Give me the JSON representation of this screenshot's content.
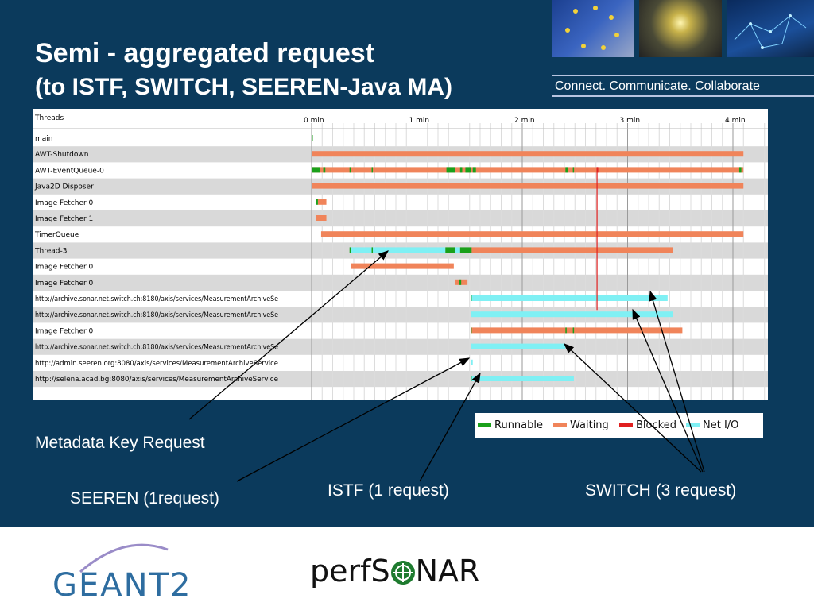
{
  "slide": {
    "title_line1": "Semi - aggregated request",
    "title_line2": "(to ISTF, SWITCH, SEEREN-Java MA)",
    "tagline": "Connect. Communicate. Collaborate",
    "background_color": "#0b3a5c"
  },
  "thread_chart": {
    "header_label": "Threads",
    "time_ticks": [
      "0 min",
      "1 min",
      "2 min",
      "3 min",
      "4 min"
    ],
    "threads": [
      {
        "name": "main"
      },
      {
        "name": "AWT-Shutdown"
      },
      {
        "name": "AWT-EventQueue-0"
      },
      {
        "name": "Java2D Disposer"
      },
      {
        "name": "Image Fetcher 0"
      },
      {
        "name": "Image Fetcher 1"
      },
      {
        "name": "TimerQueue"
      },
      {
        "name": "Thread-3"
      },
      {
        "name": "Image Fetcher 0"
      },
      {
        "name": "Image Fetcher 0"
      },
      {
        "name": "http://archive.sonar.net.switch.ch:8180/axis/services/MeasurementArchiveSe"
      },
      {
        "name": "http://archive.sonar.net.switch.ch:8180/axis/services/MeasurementArchiveSe"
      },
      {
        "name": "Image Fetcher 0"
      },
      {
        "name": "http://archive.sonar.net.switch.ch:8180/axis/services/MeasurementArchiveSe"
      },
      {
        "name": "http://admin.seeren.org:8080/axis/services/MeasurementArchiveService"
      },
      {
        "name": "http://selena.acad.bg:8080/axis/services/MeasurementArchiveService"
      }
    ],
    "state_colors": {
      "runnable": "#1aa01a",
      "waiting": "#f0845a",
      "blocked": "#e02020",
      "netio": "#7ff0f4"
    },
    "segments": [
      {
        "thread": 0,
        "state": "runnable",
        "start": 0.0,
        "end": 0.01
      },
      {
        "thread": 1,
        "state": "waiting",
        "start": 0.0,
        "end": 4.1
      },
      {
        "thread": 2,
        "state": "waiting",
        "start": 0.0,
        "end": 4.1
      },
      {
        "thread": 2,
        "state": "runnable",
        "start": 0.0,
        "end": 0.08
      },
      {
        "thread": 2,
        "state": "runnable",
        "start": 0.11,
        "end": 0.13
      },
      {
        "thread": 2,
        "state": "runnable",
        "start": 0.36,
        "end": 0.37
      },
      {
        "thread": 2,
        "state": "runnable",
        "start": 0.57,
        "end": 0.58
      },
      {
        "thread": 2,
        "state": "runnable",
        "start": 1.28,
        "end": 1.36
      },
      {
        "thread": 2,
        "state": "runnable",
        "start": 1.41,
        "end": 1.43
      },
      {
        "thread": 2,
        "state": "runnable",
        "start": 1.46,
        "end": 1.51
      },
      {
        "thread": 2,
        "state": "runnable",
        "start": 1.53,
        "end": 1.56
      },
      {
        "thread": 2,
        "state": "runnable",
        "start": 2.41,
        "end": 2.43
      },
      {
        "thread": 2,
        "state": "runnable",
        "start": 2.48,
        "end": 2.49
      },
      {
        "thread": 2,
        "state": "blocked",
        "start": 2.71,
        "end": 2.72
      },
      {
        "thread": 2,
        "state": "runnable",
        "start": 4.06,
        "end": 4.08
      },
      {
        "thread": 3,
        "state": "waiting",
        "start": 0.0,
        "end": 4.1
      },
      {
        "thread": 4,
        "state": "runnable",
        "start": 0.04,
        "end": 0.06
      },
      {
        "thread": 4,
        "state": "waiting",
        "start": 0.06,
        "end": 0.14
      },
      {
        "thread": 5,
        "state": "waiting",
        "start": 0.04,
        "end": 0.14
      },
      {
        "thread": 6,
        "state": "waiting",
        "start": 0.09,
        "end": 4.1
      },
      {
        "thread": 7,
        "state": "runnable",
        "start": 0.36,
        "end": 0.37
      },
      {
        "thread": 7,
        "state": "netio",
        "start": 0.37,
        "end": 1.27
      },
      {
        "thread": 7,
        "state": "runnable",
        "start": 0.57,
        "end": 0.58
      },
      {
        "thread": 7,
        "state": "runnable",
        "start": 1.27,
        "end": 1.36
      },
      {
        "thread": 7,
        "state": "netio",
        "start": 1.36,
        "end": 1.41
      },
      {
        "thread": 7,
        "state": "runnable",
        "start": 1.41,
        "end": 1.52
      },
      {
        "thread": 7,
        "state": "waiting",
        "start": 1.52,
        "end": 3.43
      },
      {
        "thread": 8,
        "state": "waiting",
        "start": 0.37,
        "end": 1.35
      },
      {
        "thread": 9,
        "state": "waiting",
        "start": 1.36,
        "end": 1.48
      },
      {
        "thread": 9,
        "state": "runnable",
        "start": 1.4,
        "end": 1.42
      },
      {
        "thread": 10,
        "state": "runnable",
        "start": 1.51,
        "end": 1.52
      },
      {
        "thread": 10,
        "state": "netio",
        "start": 1.52,
        "end": 3.38
      },
      {
        "thread": 11,
        "state": "netio",
        "start": 1.51,
        "end": 3.43
      },
      {
        "thread": 12,
        "state": "runnable",
        "start": 1.51,
        "end": 1.52
      },
      {
        "thread": 12,
        "state": "waiting",
        "start": 1.52,
        "end": 3.52
      },
      {
        "thread": 12,
        "state": "runnable",
        "start": 2.41,
        "end": 2.42
      },
      {
        "thread": 12,
        "state": "runnable",
        "start": 2.48,
        "end": 2.49
      },
      {
        "thread": 13,
        "state": "netio",
        "start": 1.51,
        "end": 2.41
      },
      {
        "thread": 14,
        "state": "netio",
        "start": 1.51,
        "end": 1.53
      },
      {
        "thread": 15,
        "state": "runnable",
        "start": 1.51,
        "end": 1.52
      },
      {
        "thread": 15,
        "state": "netio",
        "start": 1.52,
        "end": 2.49
      }
    ],
    "blocked_marker": {
      "time": 2.71,
      "from_thread": 2,
      "to_thread": 11
    }
  },
  "legend": [
    {
      "key": "runnable",
      "label": "Runnable"
    },
    {
      "key": "waiting",
      "label": "Waiting"
    },
    {
      "key": "blocked",
      "label": "Blocked"
    },
    {
      "key": "netio",
      "label": "Net I/O"
    }
  ],
  "annotations": {
    "metadata_key_request": "Metadata Key Request",
    "seeren": "SEEREN (1request)",
    "istf": "ISTF (1 request)",
    "switch": "SWITCH (3 request)"
  },
  "footer": {
    "geant_logo": "GEANT2",
    "perfsonar_logo_pre": "perfS",
    "perfsonar_logo_post": "NAR"
  }
}
